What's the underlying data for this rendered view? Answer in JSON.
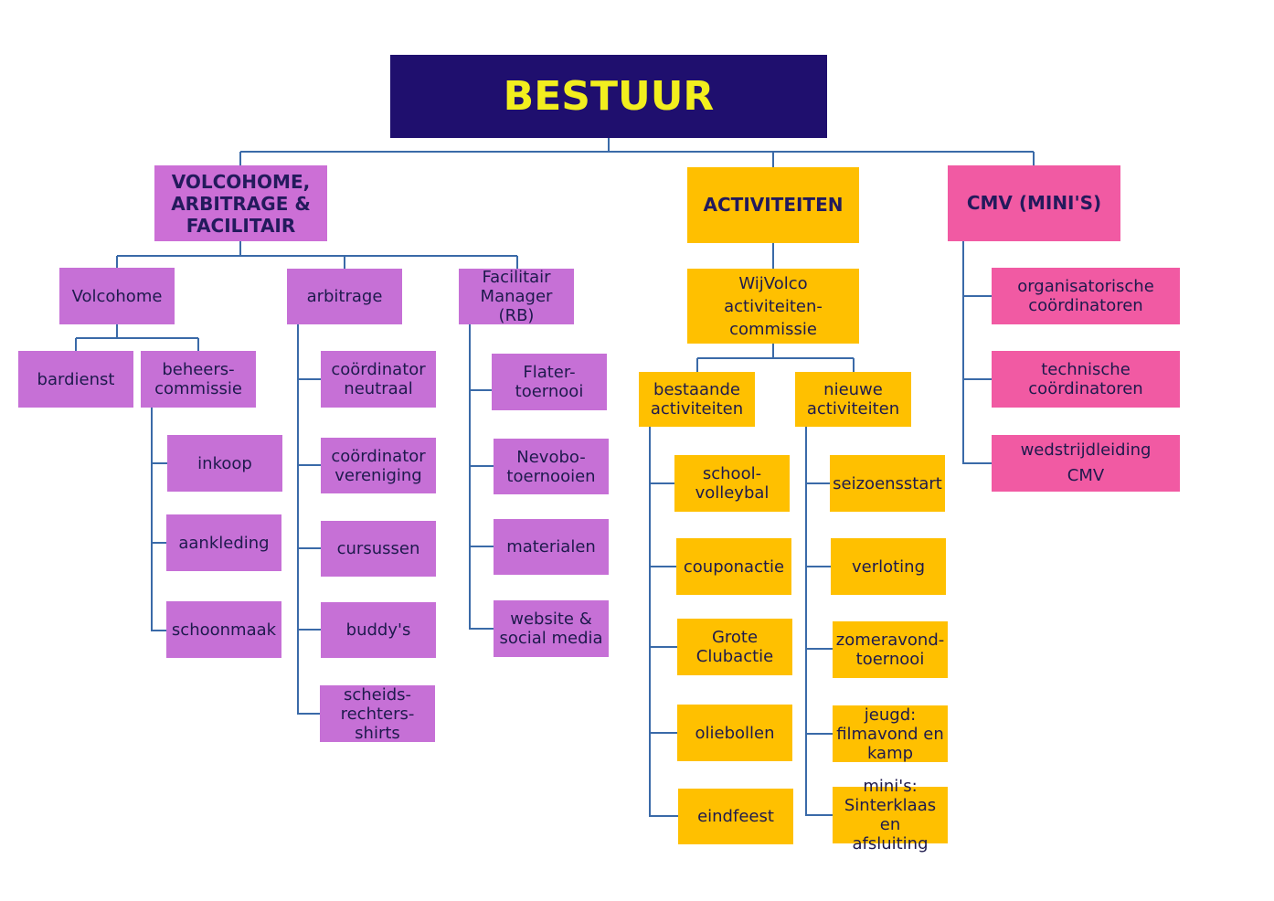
{
  "top": "BESTUUR",
  "branches": {
    "volcohome": {
      "title": "VOLCOHOME,\nARBITRAGE &\nFACILITAIR",
      "volcohome": "Volcohome",
      "bardienst": "bardienst",
      "beheers": "beheers-\ncommissie",
      "beheers_items": [
        "inkoop",
        "aankleding",
        "schoonmaak"
      ],
      "arbitrage": "arbitrage",
      "arbitrage_items": [
        "coördinator\nneutraal",
        "coördinator\nvereniging",
        "cursussen",
        "buddy's",
        "scheids-\nrechters-\nshirts"
      ],
      "facilitair": "Facilitair\nManager (RB)",
      "facilitair_items": [
        "Flater-\ntoernooi",
        "Nevobo-\ntoernooien",
        "materialen",
        "website &\nsocial media"
      ]
    },
    "activiteiten": {
      "title": "ACTIVITEITEN",
      "commissie": "WijVolco\nactiviteiten-\ncommissie",
      "bestaande": "bestaande\nactiviteiten",
      "bestaande_items": [
        "school-\nvolleybal",
        "couponactie",
        "Grote\nClubactie",
        "oliebollen",
        "eindfeest"
      ],
      "nieuwe": "nieuwe\nactiviteiten",
      "nieuwe_items": [
        "seizoensstart",
        "verloting",
        "zomeravond-\ntoernooi",
        "jeugd:\nfilmavond en\nkamp",
        "mini's:\nSinterklaas en\nafsluiting"
      ]
    },
    "cmv": {
      "title": "CMV (MINI'S)",
      "items": [
        "organisatorische\ncoördinatoren",
        "technische\ncoördinatoren",
        "wedstrijdleiding\nCMV"
      ]
    }
  },
  "colors": {
    "top_bg": "#1f0f6e",
    "top_text": "#f2ee1e",
    "purple": "#c670d6",
    "yellow": "#ffc000",
    "pink": "#f15aa3",
    "connector": "#3a6aa8"
  }
}
